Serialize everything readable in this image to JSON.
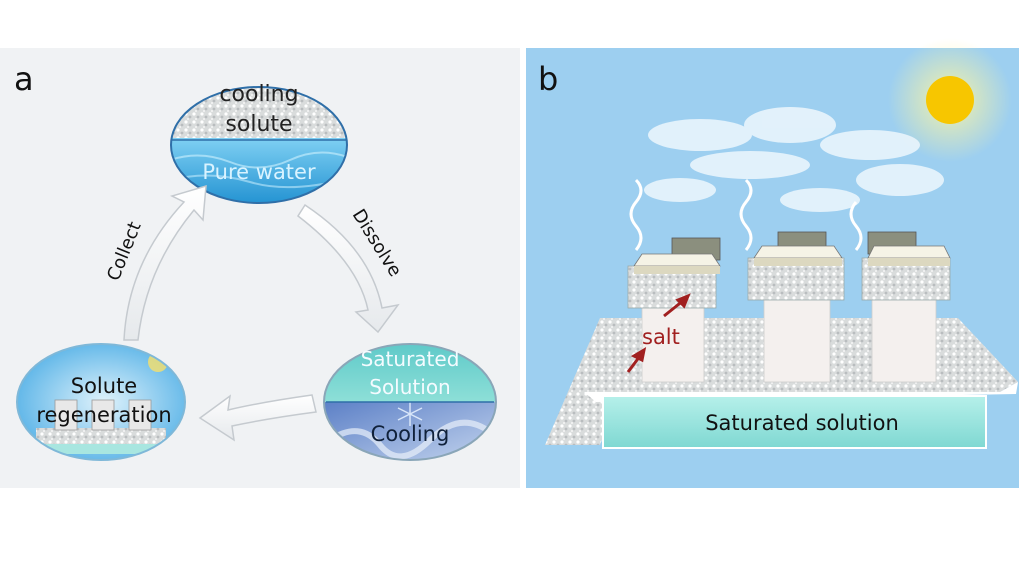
{
  "panels": {
    "a": {
      "label": "a",
      "top_circle": {
        "upper_text_line1": "cooling",
        "upper_text_line2": "solute",
        "lower_text": "Pure water"
      },
      "right_circle": {
        "upper_text_line1": "Saturated",
        "upper_text_line2": "Solution",
        "lower_text": "Cooling"
      },
      "left_circle": {
        "text_line1": "Solute",
        "text_line2": "regeneration"
      },
      "arrows": {
        "dissolve": "Dissolve",
        "collect": "Collect"
      }
    },
    "b": {
      "label": "b",
      "salt_label": "salt",
      "base_label": "Saturated solution"
    }
  },
  "colors": {
    "panel_a_bg": "#f0f2f4",
    "panel_b_bg": "#9dcff0",
    "water": "#3fa6dd",
    "sun": "#f7c600",
    "salt_text": "#a12020",
    "base": "#9ee3df"
  }
}
